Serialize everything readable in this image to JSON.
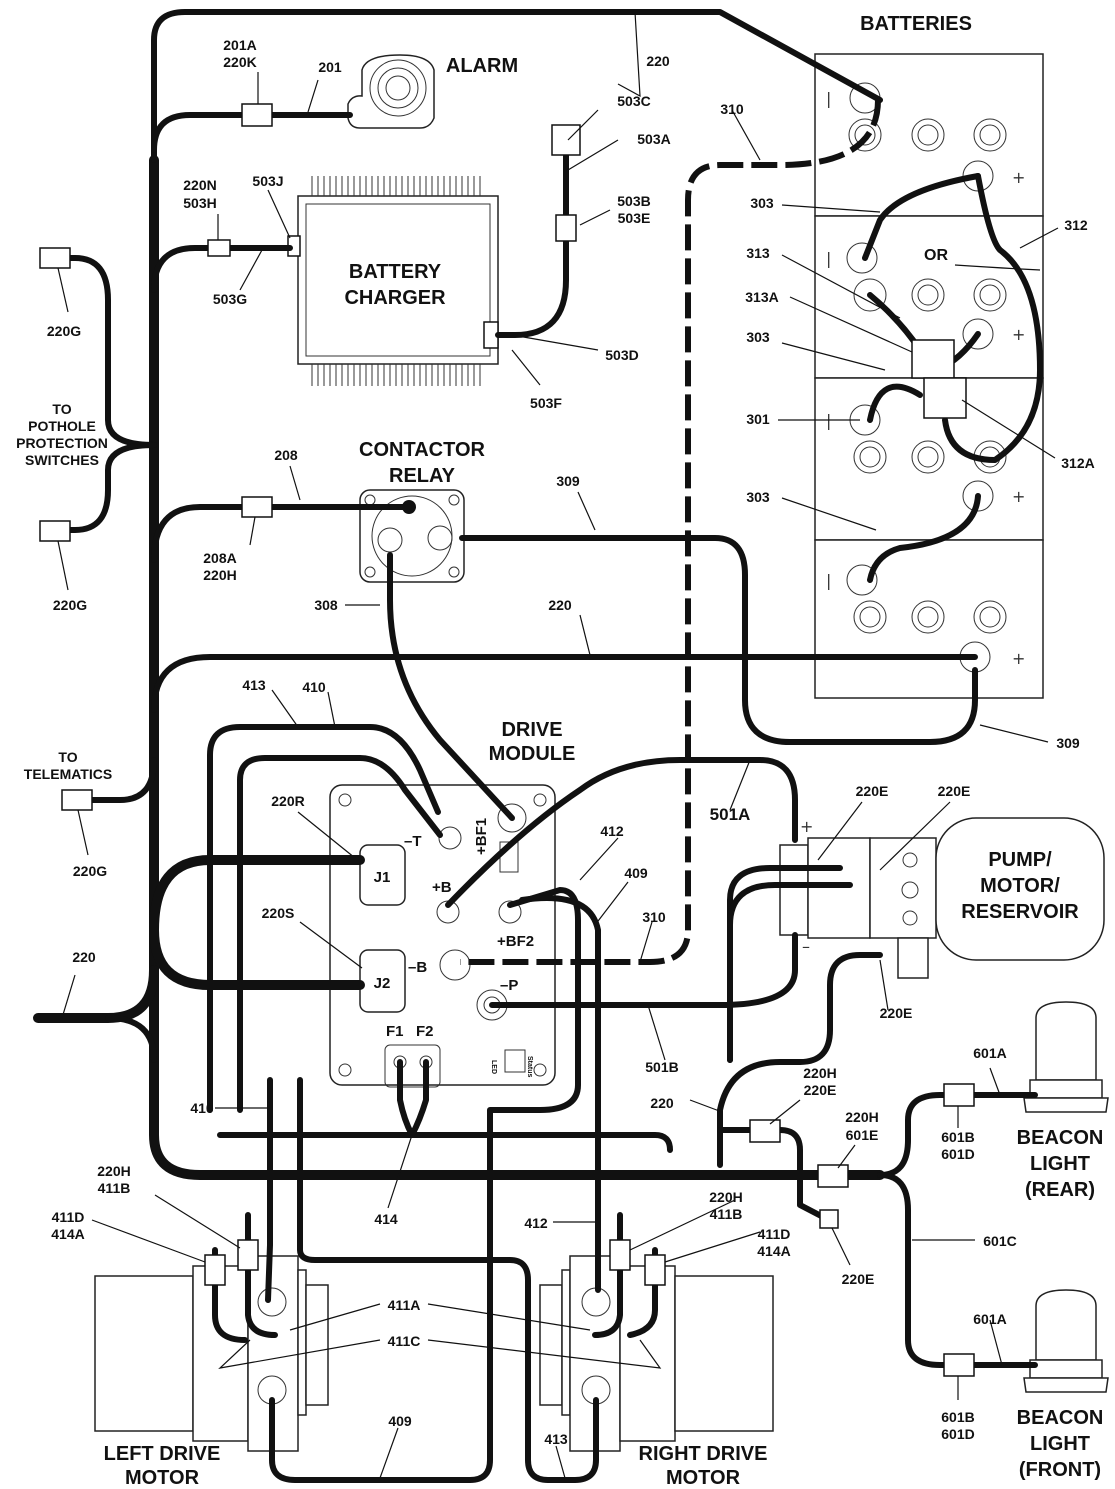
{
  "components": {
    "alarm": "ALARM",
    "batteries": "BATTERIES",
    "battery_charger": [
      "BATTERY",
      "CHARGER"
    ],
    "contactor_relay": [
      "CONTACTOR",
      "RELAY"
    ],
    "drive_module": [
      "DRIVE",
      "MODULE"
    ],
    "pump": [
      "PUMP/",
      "MOTOR/",
      "RESERVOIR"
    ],
    "beacon_rear": [
      "BEACON",
      "LIGHT",
      "(REAR)"
    ],
    "beacon_front": [
      "BEACON",
      "LIGHT",
      "(FRONT)"
    ],
    "left_motor": [
      "LEFT DRIVE",
      "MOTOR"
    ],
    "right_motor": [
      "RIGHT DRIVE",
      "MOTOR"
    ],
    "pothole": [
      "TO",
      "POTHOLE",
      "PROTECTION",
      "SWITCHES"
    ],
    "telematics": [
      "TO",
      "TELEMATICS"
    ],
    "or_label": "OR"
  },
  "terminals": {
    "j1": "J1",
    "j2": "J2",
    "t_neg": "–T",
    "bf1": "+BF1",
    "b_pos": "+B",
    "bf2": "+BF2",
    "b_neg": "–B",
    "p_neg": "–P",
    "f1": "F1",
    "f2": "F2",
    "led": "LED",
    "status": "Status"
  },
  "wire_labels": {
    "w201a": "201A",
    "w220k": "220K",
    "w201": "201",
    "w220_top": "220",
    "w310_top": "310",
    "w503c": "503C",
    "w503a": "503A",
    "w503b": "503B",
    "w503e": "503E",
    "w303_a": "303",
    "w312": "312",
    "w313": "313",
    "w313a": "313A",
    "w303_b": "303",
    "w301": "301",
    "w312a": "312A",
    "w303_c": "303",
    "w220n": "220N",
    "w503h": "503H",
    "w503j": "503J",
    "w503g": "503G",
    "w503d": "503D",
    "w503f": "503F",
    "w220g_a": "220G",
    "w220g_b": "220G",
    "w220g_c": "220G",
    "w208": "208",
    "w208a": "208A",
    "w220h_a": "220H",
    "w309_top": "309",
    "w308": "308",
    "w220_mid": "220",
    "w309_right": "309",
    "w413_top": "413",
    "w410_top": "410",
    "w220r": "220R",
    "w220s": "220S",
    "w412_mid": "412",
    "w409_mid": "409",
    "w501a": "501A",
    "w220e_a": "220E",
    "w220e_b": "220E",
    "w310_mid": "310",
    "w220e_c": "220E",
    "w220_left": "220",
    "w501b": "501B",
    "w220h_b": "220H",
    "w220e_d": "220E",
    "w220_c": "220",
    "w601a_a": "601A",
    "w220h_c": "220H",
    "w601e": "601E",
    "w601b_a": "601B",
    "w601d_a": "601D",
    "w410_bot": "410",
    "w220h_d": "220H",
    "w411b_a": "411B",
    "w411d_a": "411D",
    "w414a_a": "414A",
    "w414": "414",
    "w412_bot": "412",
    "w220h_e": "220H",
    "w411b_b": "411B",
    "w411d_b": "411D",
    "w414a_b": "414A",
    "w220e_e": "220E",
    "w601c": "601C",
    "w411a": "411A",
    "w411c": "411C",
    "w601a_b": "601A",
    "w601b_b": "601B",
    "w601d_b": "601D",
    "w409_bot": "409",
    "w413_bot": "413"
  }
}
